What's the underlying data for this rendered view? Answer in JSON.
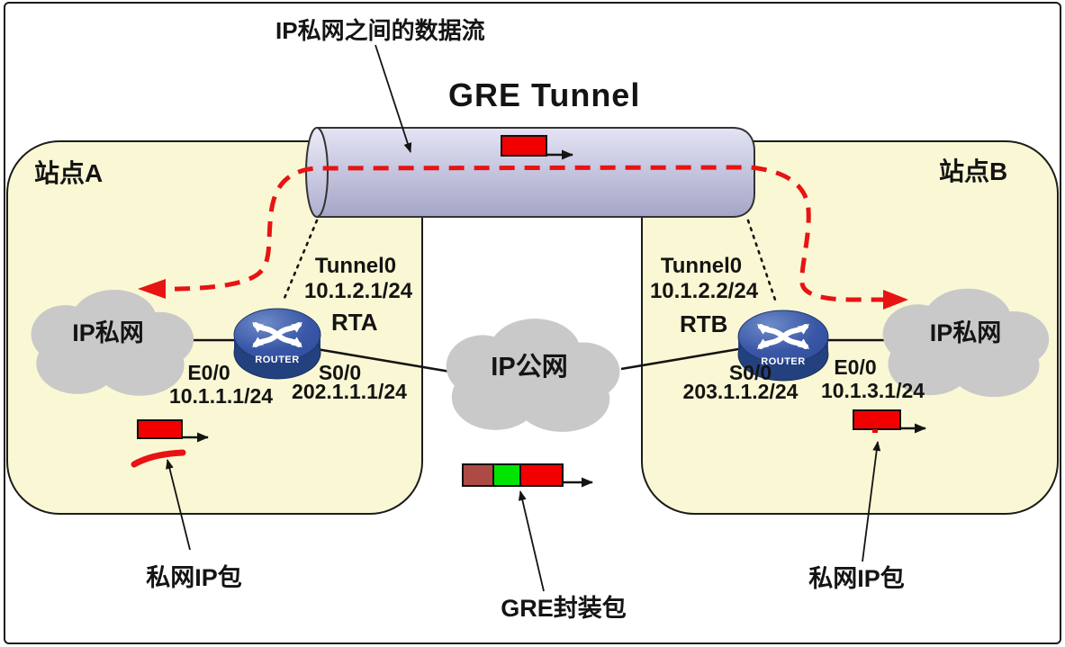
{
  "title": "GRE Tunnel",
  "top_annotation": "IP私网之间的数据流",
  "site_a": {
    "label": "站点A"
  },
  "site_b": {
    "label": "站点B"
  },
  "clouds": {
    "left": "IP私网",
    "middle": "IP公网",
    "right": "IP私网"
  },
  "routers": {
    "rta": {
      "name": "RTA",
      "icon_label": "ROUTER",
      "tunnel_if": "Tunnel0",
      "tunnel_ip": "10.1.2.1/24",
      "serial_if": "S0/0",
      "serial_ip": "202.1.1.1/24",
      "eth_if": "E0/0",
      "eth_ip": "10.1.1.1/24"
    },
    "rtb": {
      "name": "RTB",
      "icon_label": "ROUTER",
      "tunnel_if": "Tunnel0",
      "tunnel_ip": "10.1.2.2/24",
      "serial_if": "S0/0",
      "serial_ip": "203.1.1.2/24",
      "eth_if": "E0/0",
      "eth_ip": "10.1.3.1/24"
    }
  },
  "packet_labels": {
    "left": "私网IP包",
    "middle": "GRE封装包",
    "right": "私网IP包"
  },
  "colors": {
    "site_fill": "#FAF8D4",
    "cloud_gray": "#C9C9C9",
    "tunnel_lavender": "#C6C6DF",
    "packet_red": "#F20000",
    "gre_delivery_header_brown": "#AD4A45",
    "gre_header_green": "#00E400",
    "flow_red": "#E81313",
    "router_blue": "#3A57A7"
  }
}
